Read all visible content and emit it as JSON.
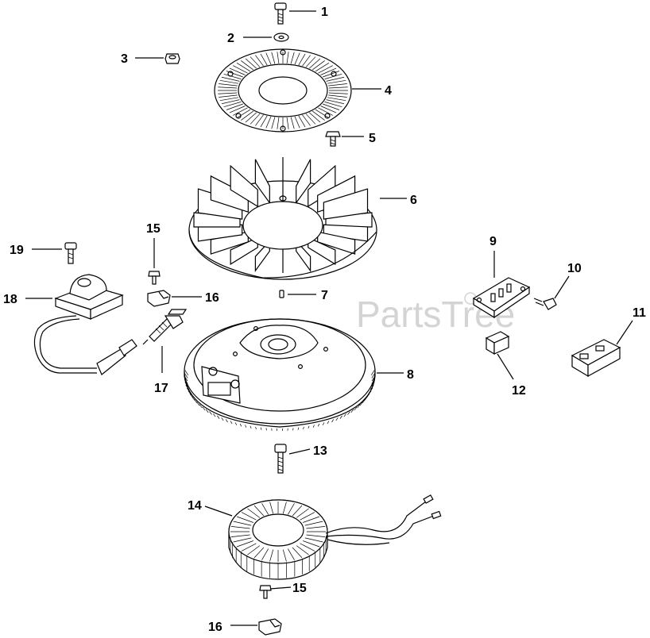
{
  "watermark": "PartsTree",
  "callouts": {
    "c1": "1",
    "c2": "2",
    "c3": "3",
    "c4": "4",
    "c5": "5",
    "c6": "6",
    "c7": "7",
    "c8": "8",
    "c9": "9",
    "c10": "10",
    "c11": "11",
    "c12": "12",
    "c13": "13",
    "c14": "14",
    "c15a": "15",
    "c15b": "15",
    "c16a": "16",
    "c16b": "16",
    "c17": "17",
    "c18": "18",
    "c19": "19"
  }
}
